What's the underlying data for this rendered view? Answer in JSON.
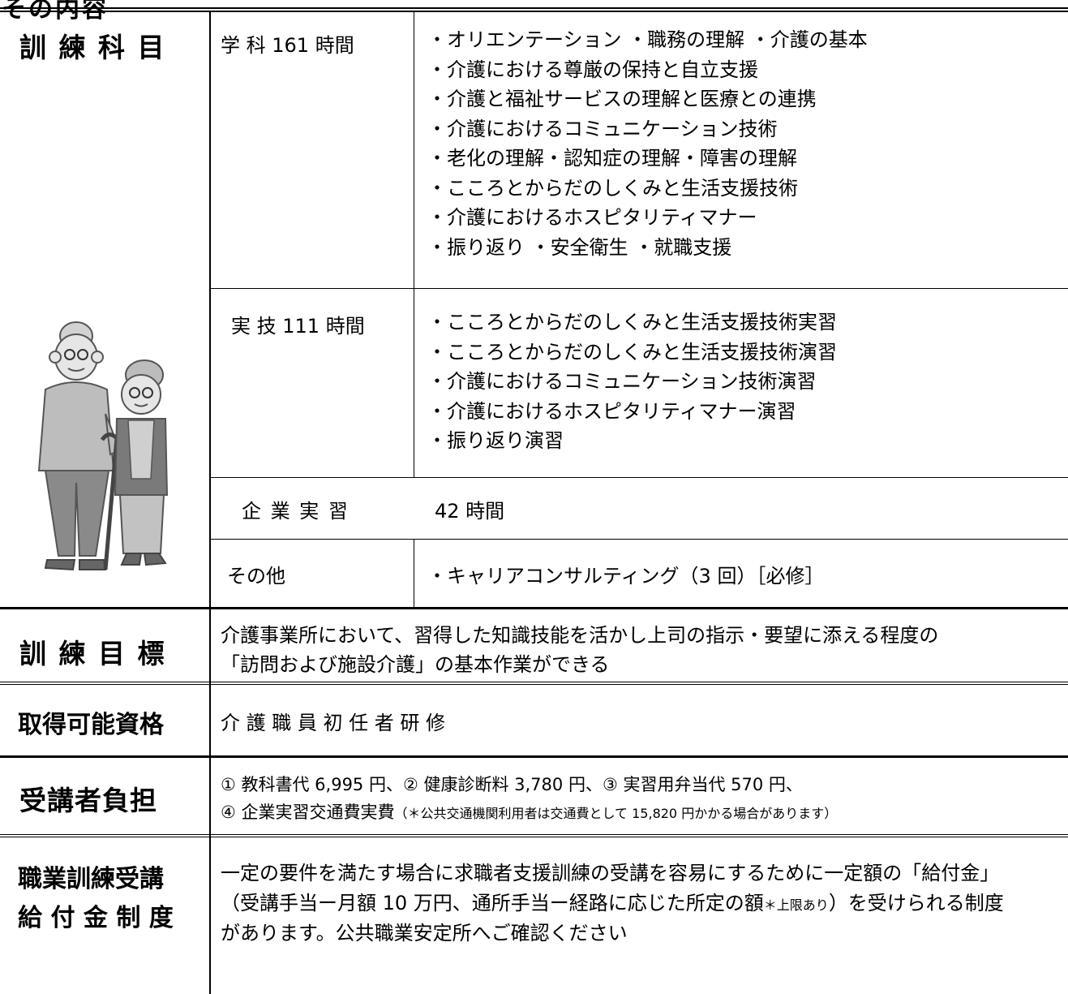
{
  "header": {
    "fragment": "その内容"
  },
  "training_subjects": {
    "label": "訓 練 科 目",
    "lecture": {
      "label": "学 科 161 時間",
      "items": [
        "・オリエンテーション ・職務の理解 ・介護の基本",
        "・介護における尊厳の保持と自立支援",
        "・介護と福祉サービスの理解と医療との連携",
        "・介護におけるコミュニケーション技術",
        "・老化の理解・認知症の理解・障害の理解",
        "・こころとからだのしくみと生活支援技術",
        "・介護におけるホスピタリティマナー",
        "・振り返り ・安全衛生 ・就職支援"
      ]
    },
    "practical": {
      "label": "実 技 111 時間",
      "items": [
        "・こころとからだのしくみと生活支援技術実習",
        "・こころとからだのしくみと生活支援技術演習",
        "・介護におけるコミュニケーション技術演習",
        "・介護におけるホスピタリティマナー演習",
        "・振り返り演習"
      ]
    },
    "internship": {
      "label": "企 業 実 習",
      "hours": "42 時間"
    },
    "other": {
      "label": "その他",
      "value": "・キャリアコンサルティング（3 回）［必修］"
    }
  },
  "training_goal": {
    "label": "訓 練 目 標",
    "lines": [
      "介護事業所において、習得した知識技能を活かし上司の指示・要望に添える程度の",
      "「訪問および施設介護」の基本作業ができる"
    ]
  },
  "qualification": {
    "label": "取得可能資格",
    "value": "介 護 職 員 初 任 者 研 修"
  },
  "student_cost": {
    "label": "受講者負担",
    "line1": "① 教科書代 6,995 円、② 健康診断料 3,780 円、③ 実習用弁当代 570 円、",
    "line2_main": "④ 企業実習交通費実費",
    "line2_note": "（＊公共交通機関利用者は交通費として 15,820 円かかる場合があります）"
  },
  "benefit": {
    "label_line1": "職業訓練受講",
    "label_line2": "給 付 金 制 度",
    "line1": "一定の要件を満たす場合に求職者支援訓練の受講を容易にするために一定額の「給付金」",
    "line2_a": "（受講手当ー月額 10 万円、通所手当ー経路に応じた所定の額",
    "line2_note": "＊上限あり",
    "line2_b": "）を受けられる制度",
    "line3": "があります。公共職業安定所へご確認ください"
  },
  "illustration": {
    "icon": "elderly-couple-icon"
  }
}
